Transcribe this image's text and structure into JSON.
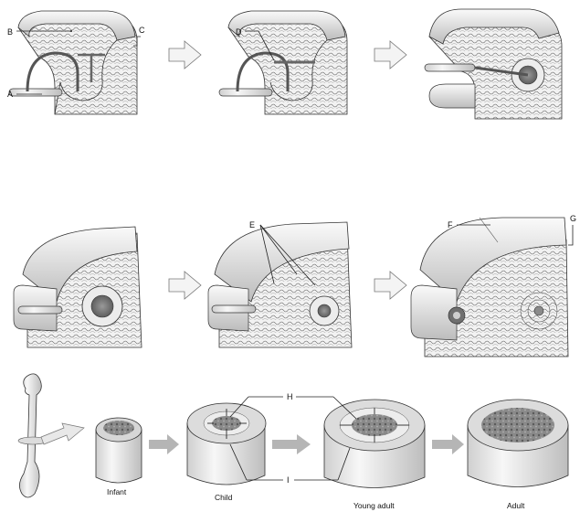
{
  "labels": {
    "A": "A",
    "B": "B",
    "C": "C",
    "D": "D",
    "E": "E",
    "F": "F",
    "G": "G",
    "H": "H",
    "I": "I"
  },
  "captions": {
    "infant": "Infant",
    "child": "Child",
    "young_adult": "Young adult",
    "adult": "Adult"
  },
  "colors": {
    "bone_light": "#efefef",
    "bone_mid": "#c9c9c9",
    "bone_dark": "#8c8c8c",
    "marrow": "#7a7a7a",
    "arrow_fill": "#f4f4f4",
    "arrow_gray": "#b5b5b5"
  }
}
